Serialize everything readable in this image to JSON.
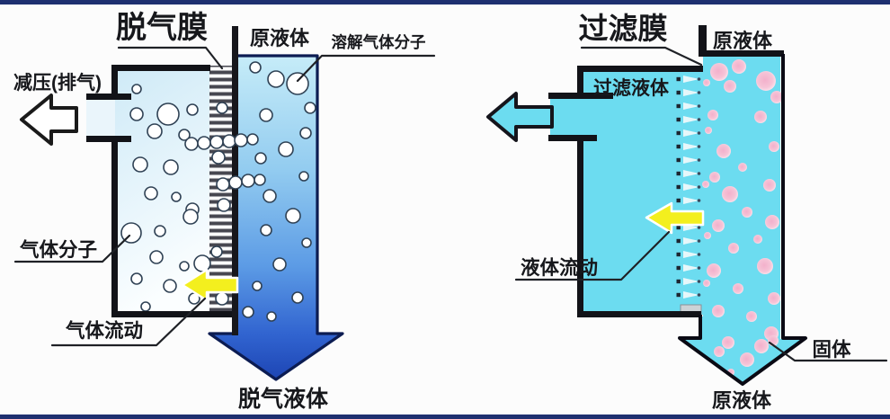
{
  "figure": {
    "background": "#fcfcfc",
    "frame_band_color": "#1e3070",
    "left_panel": {
      "title": "脱气膜",
      "labels": {
        "vacuum_exhaust": "减压(排气)",
        "raw_liquid": "原液体",
        "dissolved_gas_molecule": "溶解气体分子",
        "gas_molecule": "气体分子",
        "gas_flow": "气体流动",
        "degassed_liquid": "脱气液体"
      },
      "colors": {
        "chamber_fill": "#d5edf8",
        "liquid_gradient_top": "#c6ecf8",
        "liquid_gradient_bottom": "#1d45b4",
        "flow_arrow": "#f3ef1e",
        "membrane_dark": "#474750"
      }
    },
    "right_panel": {
      "title": "过滤膜",
      "labels": {
        "raw_liquid_top": "原液体",
        "filtered_liquid": "过滤液体",
        "liquid_flow": "液体流动",
        "solid": "固体",
        "raw_liquid_bottom": "原液体"
      },
      "colors": {
        "liquid_fill": "#6cdcf0",
        "solid_particle": "#f5bdd3",
        "flow_arrow": "#f3ef1e"
      }
    }
  }
}
